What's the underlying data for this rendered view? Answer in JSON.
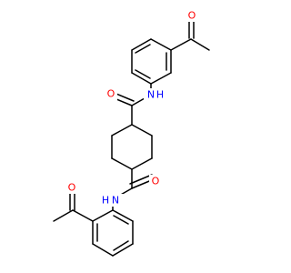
{
  "molecule": {
    "atoms": {
      "o_acetyl_top": {
        "element": "O",
        "label": "O",
        "color": "#ff0000"
      },
      "n_amide_top": {
        "element": "N",
        "label": "N",
        "hydrogen": "H",
        "color": "#0000ff"
      },
      "o_amide_top": {
        "element": "O",
        "label": "O",
        "color": "#ff0000"
      },
      "o_amide_bottom": {
        "element": "O",
        "label": "O",
        "color": "#ff0000"
      },
      "n_amide_bottom": {
        "element": "N",
        "label": "N",
        "hydrogen": "H",
        "color": "#0000ff"
      },
      "o_acetyl_bottom": {
        "element": "O",
        "label": "O",
        "color": "#ff0000"
      }
    }
  }
}
